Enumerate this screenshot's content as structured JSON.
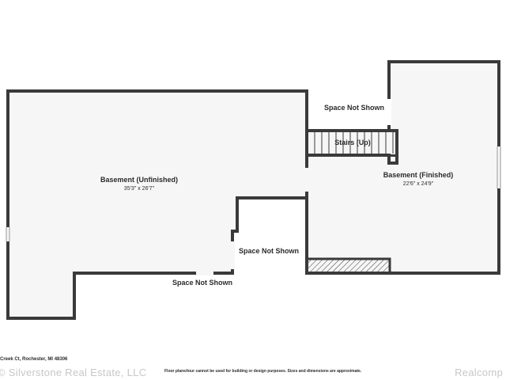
{
  "rooms": {
    "basement_unfinished": {
      "name": "Basement (Unfinished)",
      "dims": "35'3\" x 26'7\""
    },
    "basement_finished": {
      "name": "Basement (Finished)",
      "dims": "22'6\" x 24'9\""
    }
  },
  "labels": {
    "space_not_shown_top": "Space Not Shown",
    "space_not_shown_center": "Space Not Shown",
    "space_not_shown_bottom": "Space Not Shown",
    "stairs": "Stairs (Up)"
  },
  "footer": {
    "address": "Creek Ct, Rochester, MI 48306",
    "disclaimer": "Floor plans/tour cannot be used for building or design purposes. Sizes and dimensions are approximate."
  },
  "watermarks": {
    "left": "© Silverstone Real Estate, LLC",
    "right": "Realcomp"
  }
}
